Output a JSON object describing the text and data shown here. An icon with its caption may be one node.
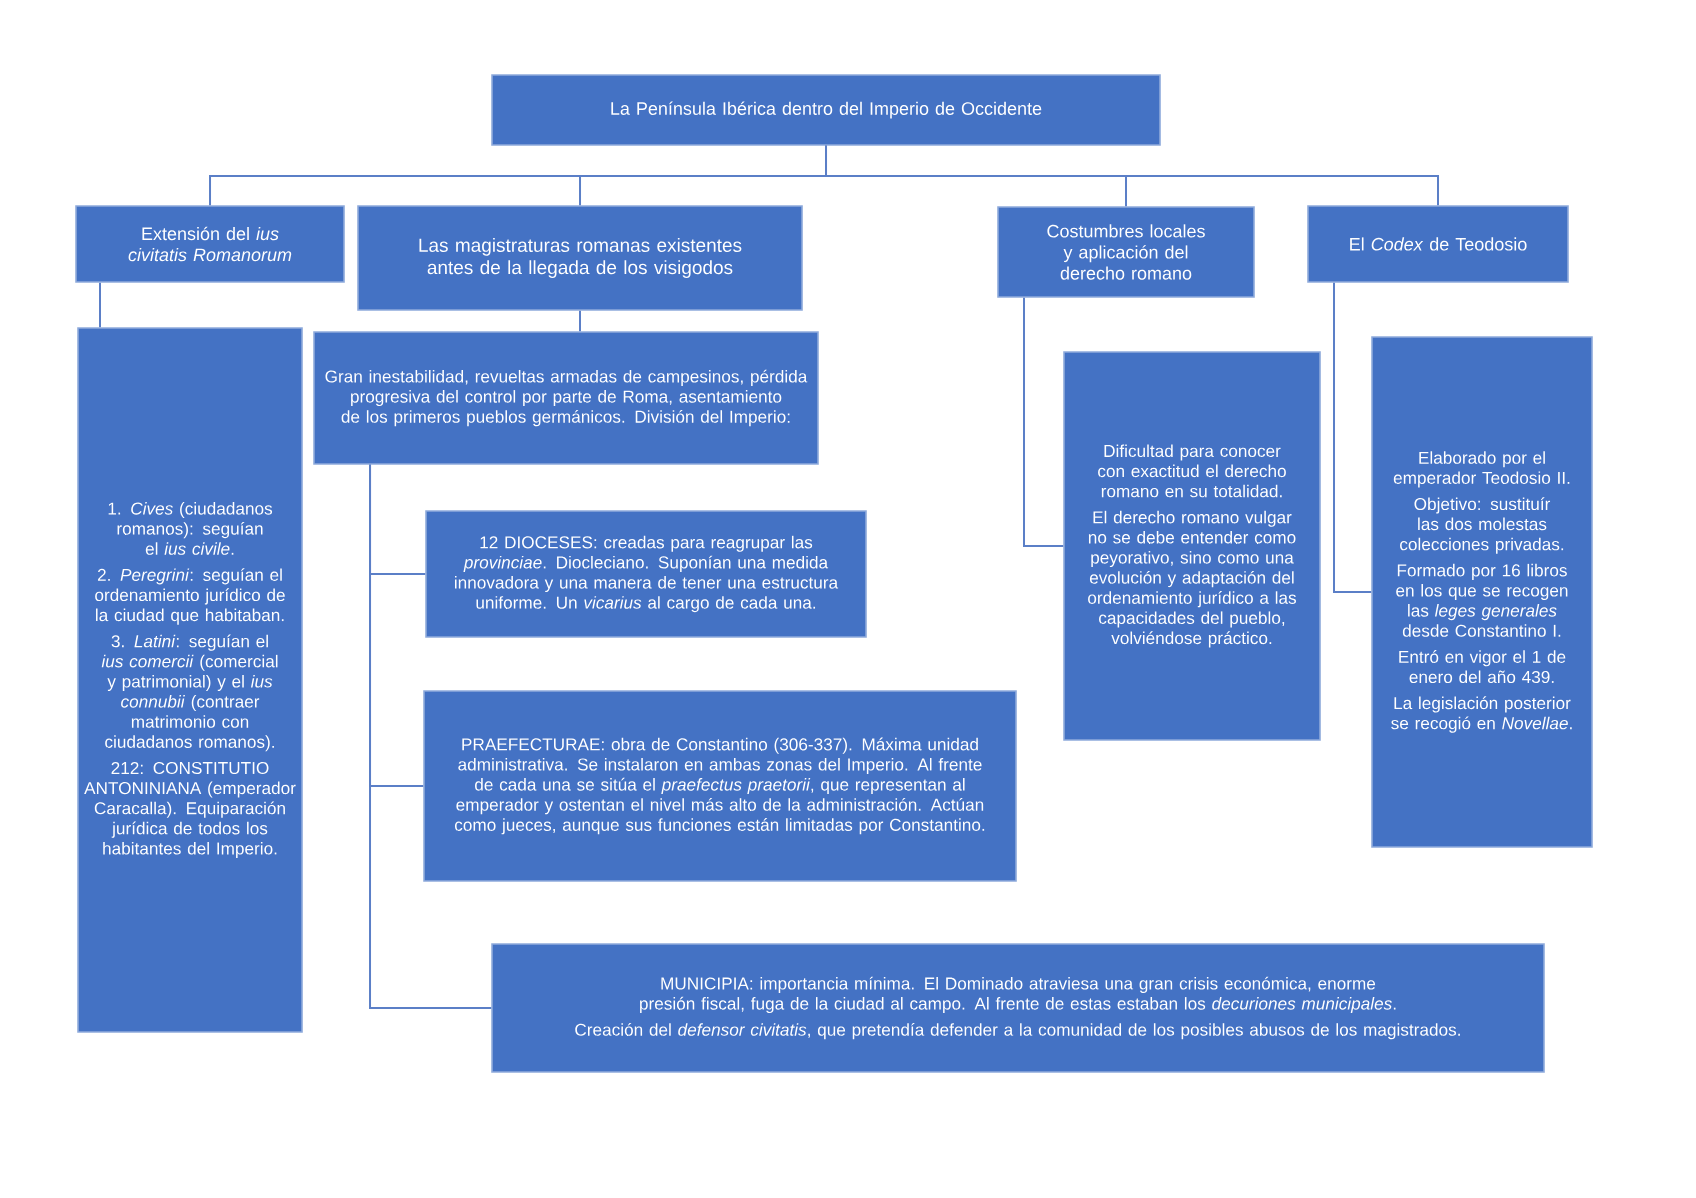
{
  "diagram": {
    "nodes": [
      {
        "text": [
          "La Península Ibérica dentro del Imperio de Occidente"
        ]
      },
      {
        "text": [
          "Extensión del *ius civitatis Romanorum*"
        ]
      },
      {
        "text": [
          "Las magistraturas romanas existentes antes de la llegada de los visigodos"
        ]
      },
      {
        "text": [
          "Costumbres locales y aplicación del derecho romano"
        ]
      },
      {
        "text": [
          "El *Codex* de Teodosio"
        ]
      },
      {
        "text": [
          "1. *Cives* (ciudadanos romanos): seguían el *ius civile*.",
          "2. *Peregrini*: seguían el ordenamiento jurídico de la ciudad que habitaban.",
          "3. *Latini*: seguían el *ius comercii* (comercial y patrimonial) y el *ius connubii* (contraer matrimonio con ciudadanos romanos).",
          "212: CONSTITUTIO ANTONINIANA (emperador Caracalla). Equiparación jurídica de todos los habitantes del Imperio."
        ]
      },
      {
        "text": [
          "Gran inestabilidad, revueltas armadas de campesinos, pérdida progresiva del control por parte de Roma, asentamiento de los primeros pueblos germánicos. División del Imperio:"
        ]
      },
      {
        "text": [
          "12 DIOCESES: creadas para reagrupar las *provinciae*. Diocleciano. Suponían una medida innovadora y una manera de tener una estructura uniforme. Un *vicarius* al cargo de cada una."
        ]
      },
      {
        "text": [
          "PRAEFECTURAE: obra de Constantino (306-337). Máxima unidad administrativa. Se instalaron en ambas zonas del Imperio. Al frente de cada una se sitúa el *praefectus praetorii*, que representan al emperador y ostentan el nivel más alto de la administración. Actúan como jueces, aunque sus funciones están limitadas por Constantino."
        ]
      },
      {
        "text": [
          "MUNICIPIA: importancia mínima. El Dominado atraviesa una gran crisis económica, enorme presión fiscal, fuga de la ciudad al campo. Al frente de estas estaban los *decuriones municipales*.",
          "Creación del *defensor civitatis*, que pretendía defender a la comunidad de los posibles abusos de los magistrados."
        ]
      },
      {
        "text": [
          "Dificultad para conocer con exactitud el derecho romano en su totalidad.",
          "El derecho romano vulgar no se debe entender como peyorativo, sino como una evolución y adaptación del ordenamiento jurídico a las capacidades del pueblo, volviéndose práctico."
        ]
      },
      {
        "text": [
          "Elaborado por el emperador Teodosio II.",
          "Objetivo: sustituír las dos molestas colecciones privadas.",
          "Formado por 16 libros en los que se recogen las *leges generales* desde Constantino I.",
          "Entró en vigor el 1 de enero del año 439.",
          "La legislación posterior se recogió en *Novellae*."
        ]
      }
    ],
    "edges": [
      {
        "from": 0,
        "to": 1,
        "arrow": "none"
      },
      {
        "from": 0,
        "to": 2,
        "arrow": "none"
      },
      {
        "from": 0,
        "to": 3,
        "arrow": "none"
      },
      {
        "from": 0,
        "to": 4,
        "arrow": "none"
      },
      {
        "from": 1,
        "to": 5,
        "arrow": "none"
      },
      {
        "from": 2,
        "to": 6,
        "arrow": "none"
      },
      {
        "from": 6,
        "to": 7,
        "arrow": "none"
      },
      {
        "from": 6,
        "to": 8,
        "arrow": "none"
      },
      {
        "from": 6,
        "to": 9,
        "arrow": "none"
      },
      {
        "from": 3,
        "to": 10,
        "arrow": "none"
      },
      {
        "from": 4,
        "to": 11,
        "arrow": "none"
      }
    ]
  }
}
